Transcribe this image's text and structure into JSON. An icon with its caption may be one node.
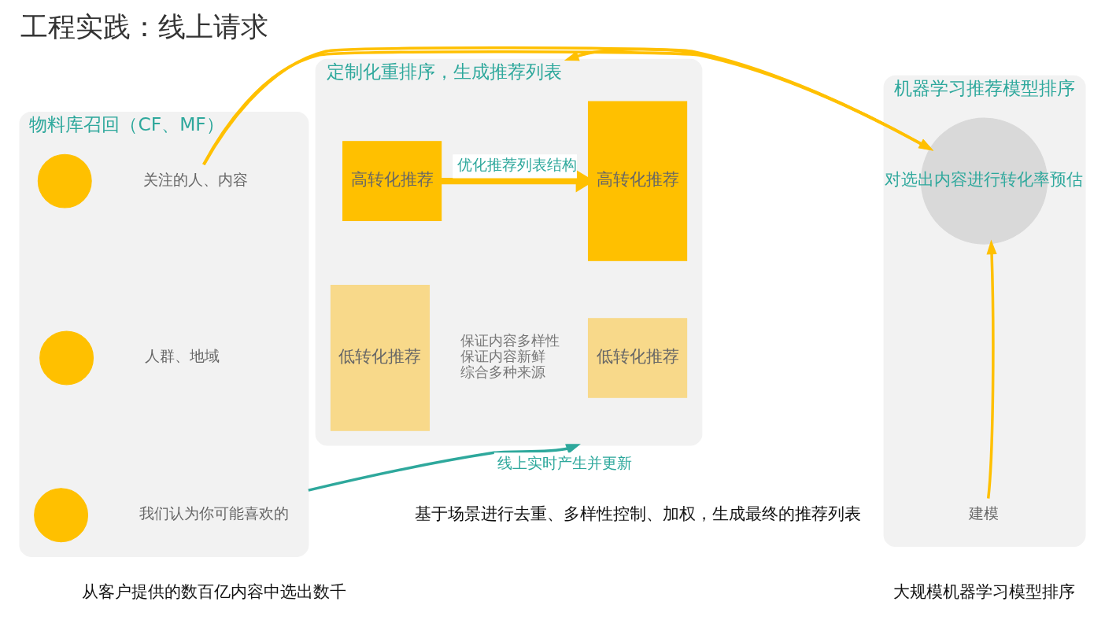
{
  "diagram": {
    "title": "工程实践：线上请求",
    "nodes": [
      {
        "text": [
          "物料库召回（CF、MF）"
        ],
        "beside": [
          "从客户提供的数百亿内容中选出数千"
        ]
      },
      {
        "text": [],
        "shape": "circle",
        "in": 0
      },
      {
        "text": [
          "关注的人、内容"
        ],
        "in": 0
      },
      {
        "text": [],
        "shape": "circle",
        "in": 0
      },
      {
        "text": [
          "人群、地域"
        ],
        "in": 0
      },
      {
        "text": [],
        "shape": "circle",
        "in": 0
      },
      {
        "text": [
          "我们认为你可能喜欢的"
        ],
        "in": 0
      },
      {
        "text": [
          "机器学习推荐模型排序"
        ],
        "beside": [
          "大规模机器学习模型排序"
        ]
      },
      {
        "text": [
          "对选出内容进行转化率预估"
        ],
        "in": 7
      },
      {
        "text": [
          "建模"
        ],
        "in": 7
      },
      {
        "text": [
          "定制化重排序，生成推荐列表"
        ],
        "beside": [
          "基于场景进行去重、多样性控制、加权，生成最终的推荐列表"
        ]
      },
      {
        "text": [
          "高转化推荐"
        ],
        "in": 10
      },
      {
        "text": [
          "低转化推荐"
        ],
        "in": 10
      },
      {
        "text": [
          "高转化推荐"
        ],
        "in": 10
      },
      {
        "text": [
          "低转化推荐"
        ],
        "in": 10
      }
    ],
    "edges": [
      {
        "from": 0,
        "to": 7,
        "arrow": "to"
      },
      {
        "from": 7,
        "to": 10,
        "arrow": "to"
      },
      {
        "from": 9,
        "to": 8,
        "arrow": "to"
      },
      {
        "from": 11,
        "to": 13,
        "arrow": "to",
        "label": "优化推荐列表结构",
        "style": "thick"
      },
      {
        "from": 0,
        "to": 10,
        "arrow": "to",
        "label": "线上实时产生并更新",
        "color": "#2ea89c"
      }
    ],
    "labels": [
      "保证内容多样性",
      "保证内容新鲜",
      "综合多种来源"
    ]
  }
}
